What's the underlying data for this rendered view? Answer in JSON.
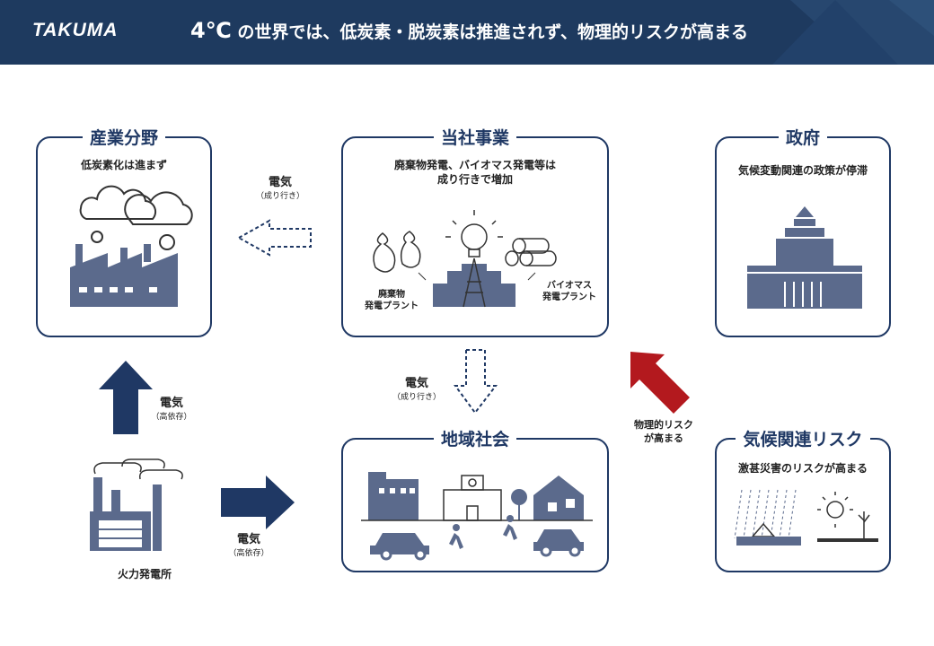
{
  "header": {
    "logo": "TAKUMA",
    "title_temp": "4℃",
    "title_text": "の世界では、低炭素・脱炭素は推進されず、物理的リスクが高まる"
  },
  "boxes": {
    "industry": {
      "title": "産業分野",
      "subtitle": "低炭素化は進まず"
    },
    "company": {
      "title": "当社事業",
      "subtitle_line1": "廃棄物発電、バイオマス発電等は",
      "subtitle_line2": "成り行きで増加",
      "waste_label_1": "廃棄物",
      "waste_label_2": "発電プラント",
      "bio_label_1": "バイオマス",
      "bio_label_2": "発電プラント"
    },
    "government": {
      "title": "政府",
      "subtitle": "気候変動関連の政策が停滞"
    },
    "community": {
      "title": "地域社会"
    },
    "climate": {
      "title": "気候関連リスク",
      "subtitle": "激甚災害のリスクが高まる"
    }
  },
  "flows": {
    "to_industry": {
      "label": "電気",
      "note": "（成り行き）"
    },
    "to_community": {
      "label": "電気",
      "note": "（成り行き）"
    },
    "power_up": {
      "label": "電気",
      "note": "（高依存）"
    },
    "power_right": {
      "label": "電気",
      "note": "（高依存）"
    },
    "risk": {
      "line1": "物理的リスク",
      "line2": "が高まる"
    }
  },
  "power_plant": {
    "label": "火力発電所"
  },
  "colors": {
    "navy": "#1f3864",
    "header": "#1e3a5f",
    "icon": "#5b6a8c",
    "red": "#b3191e"
  }
}
